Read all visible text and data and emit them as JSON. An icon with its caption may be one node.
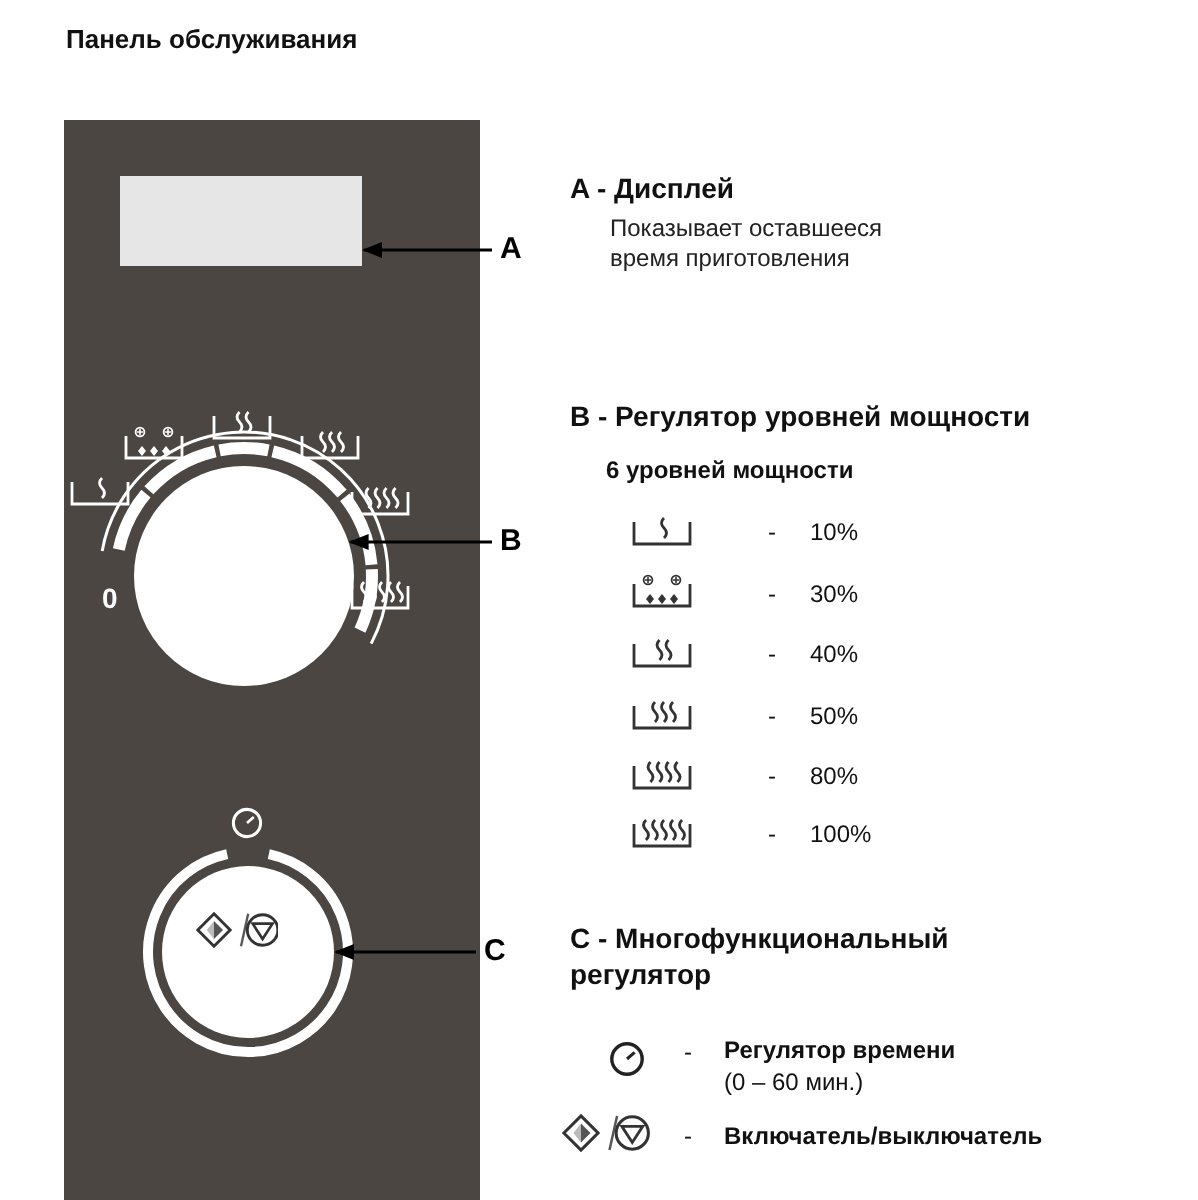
{
  "diagram": {
    "title": "Панель обслуживания",
    "nodes": [
      {
        "text": [],
        "shape": "box"
      },
      {
        "text": [],
        "shape": "box",
        "in": 0
      },
      {
        "text": [],
        "shape": "circle",
        "in": 0
      },
      {
        "text": [],
        "shape": "circle",
        "in": 0
      },
      {
        "text": [
          "A"
        ]
      },
      {
        "text": [
          "B"
        ]
      },
      {
        "text": [
          "C"
        ]
      }
    ],
    "edges": [
      {
        "from": 4,
        "to": 1,
        "arrow": "to"
      },
      {
        "from": 5,
        "to": 2,
        "arrow": "to"
      },
      {
        "from": 6,
        "to": 3,
        "arrow": "to"
      }
    ],
    "labels": [
      "0",
      "A - Дисплей",
      "Показывает оставшееся время приготовления",
      "B - Регулятор уровней мощности",
      "6 уровней мощности",
      "-",
      "10%",
      "-",
      "30%",
      "-",
      "40%",
      "-",
      "50%",
      "-",
      "80%",
      "-",
      "100%",
      "C - Многофункциональный регулятор",
      "-",
      "**Регулятор времени** (0 – 60 мин.)",
      "-",
      "Включатель/выключатель"
    ]
  }
}
